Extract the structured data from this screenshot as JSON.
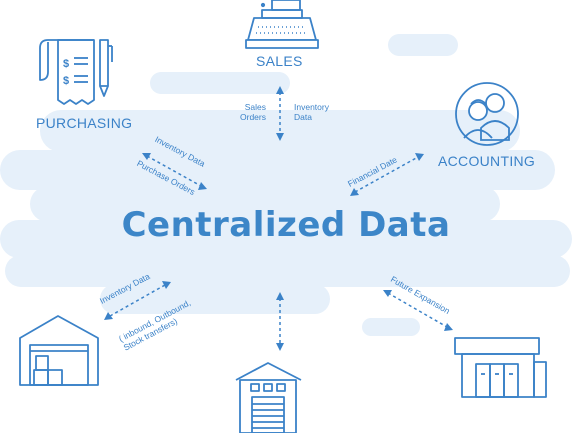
{
  "center": {
    "title": "Centralized Data"
  },
  "nodes": {
    "sales": "SALES",
    "purchasing": "PURCHASING",
    "accounting": "ACCOUNTING"
  },
  "flows": {
    "sales_left": [
      "Sales",
      "Orders"
    ],
    "sales_right": [
      "Inventory",
      "Data"
    ],
    "purchasing_top": "Inventory Data",
    "purchasing_bottom": "Purchase Orders",
    "accounting": "Financial Date",
    "warehouse_top": "Inventory Data",
    "warehouse_bottom": [
      "( inbound, Outbound,",
      "Stock transfers)"
    ],
    "store": "Future Expansion"
  },
  "colors": {
    "accent": "#3b82c8",
    "cloud": "#e6f0fa"
  },
  "icons": [
    "cash-register-icon",
    "receipt-pen-icon",
    "people-icon",
    "warehouse-icon",
    "garage-icon",
    "storefront-icon"
  ]
}
